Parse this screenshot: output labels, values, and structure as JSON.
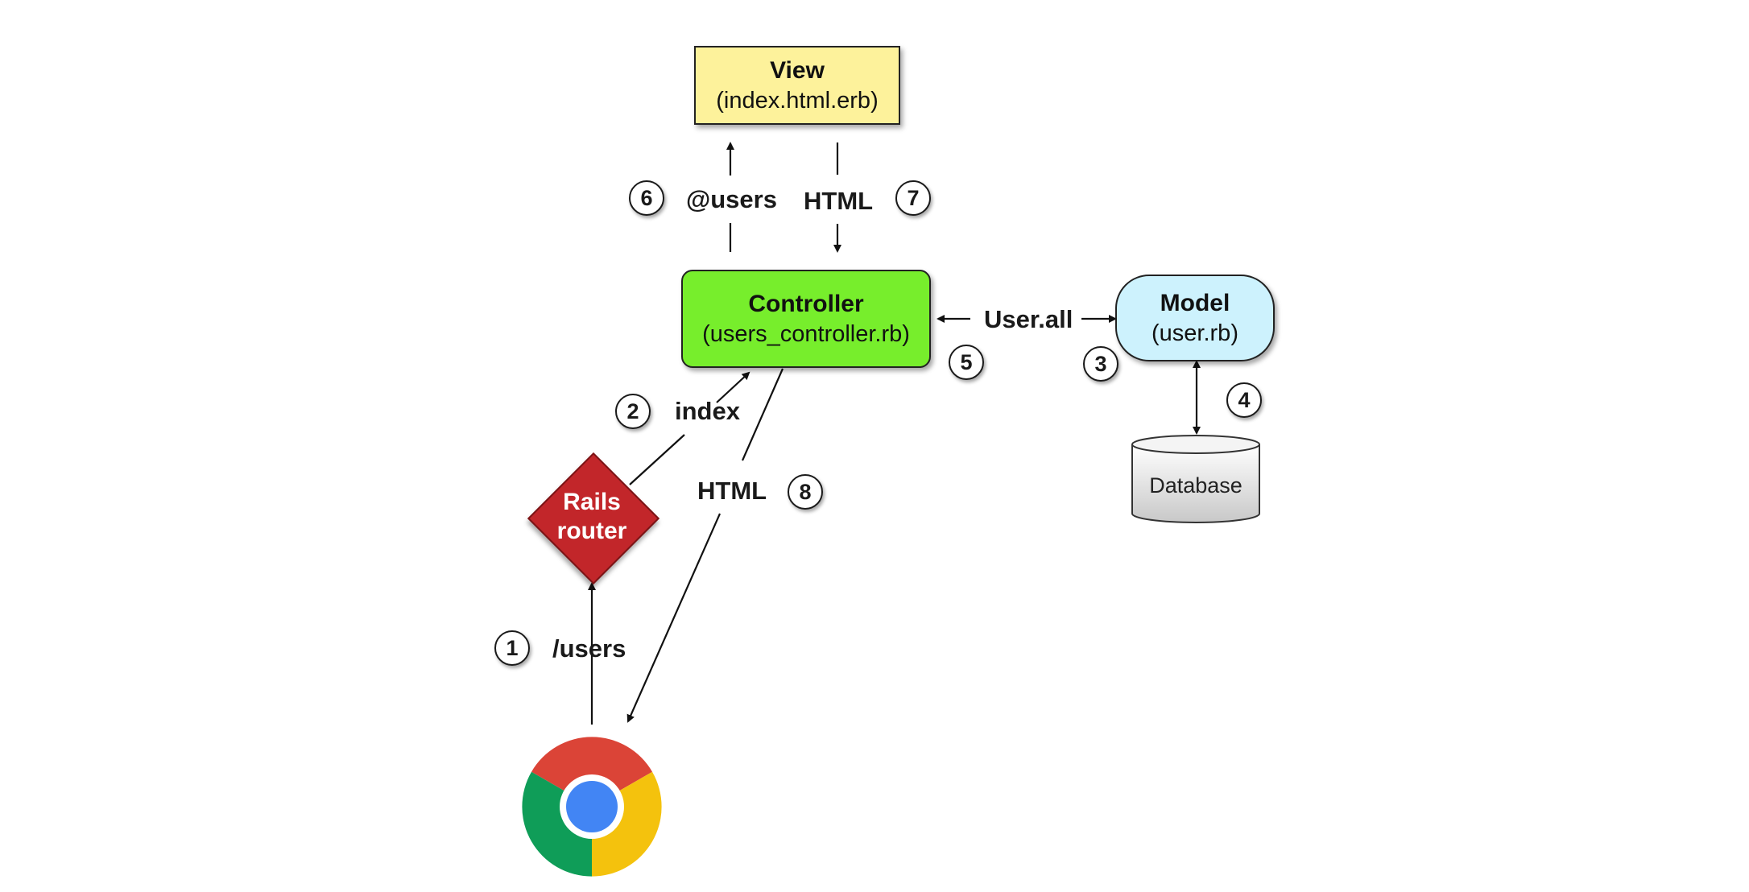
{
  "nodes": {
    "view": {
      "title": "View",
      "subtitle": "(index.html.erb)"
    },
    "controller": {
      "title": "Controller",
      "subtitle": "(users_controller.rb)"
    },
    "model": {
      "title": "Model",
      "subtitle": "(user.rb)"
    },
    "database": {
      "label": "Database"
    },
    "router": {
      "line1": "Rails",
      "line2": "router"
    },
    "browser": {
      "icon": "chrome-browser-icon"
    }
  },
  "edges": {
    "request": "/users",
    "route": "index",
    "query": "User.all",
    "assign": "@users",
    "render": "HTML",
    "response": "HTML"
  },
  "steps": [
    "1",
    "2",
    "3",
    "4",
    "5",
    "6",
    "7",
    "8"
  ],
  "colors": {
    "view": "#fdf29b",
    "controller": "#77ee2c",
    "model": "#cdf2fd",
    "router": "#c2262a",
    "database": "#e4e4e4"
  }
}
